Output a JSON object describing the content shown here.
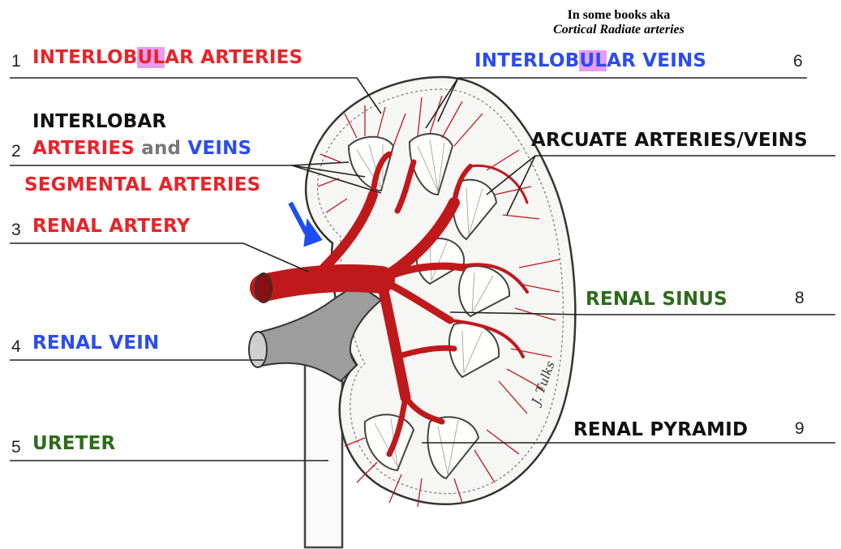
{
  "note": {
    "line1": "In some books aka",
    "line2": "Cortical Radiate arteries"
  },
  "labels": {
    "interlobular_arteries": {
      "num": "1",
      "pre": "INTERLOB",
      "hl": "UL",
      "post": "AR ARTERIES"
    },
    "interlobar": "INTERLOBAR",
    "interlobar_arteries_veins": {
      "num": "2",
      "arteries": "ARTERIES",
      "and": "and",
      "veins": "VEINS"
    },
    "segmental_arteries": "SEGMENTAL ARTERIES",
    "renal_artery": {
      "num": "3",
      "text": "RENAL ARTERY"
    },
    "renal_vein": {
      "num": "4",
      "text": "RENAL VEIN"
    },
    "ureter": {
      "num": "5",
      "text": "URETER"
    },
    "interlobular_veins": {
      "num": "6",
      "pre": "INTERLOB",
      "hl": "UL",
      "post": "AR VEINS"
    },
    "arcuate": "ARCUATE ARTERIES/VEINS",
    "renal_sinus": {
      "num": "8",
      "text": "RENAL SINUS"
    },
    "renal_pyramid": {
      "num": "9",
      "text": "RENAL PYRAMID"
    }
  },
  "signature": "J. Tulks",
  "colors": {
    "artery": "#c0191b",
    "vein": "#9a9a9a",
    "label_red": "#e8242a",
    "label_blue": "#2b4cf0",
    "label_green": "#2e6b1c",
    "highlight": "#e79cf0",
    "arrow": "#1f4df5"
  }
}
